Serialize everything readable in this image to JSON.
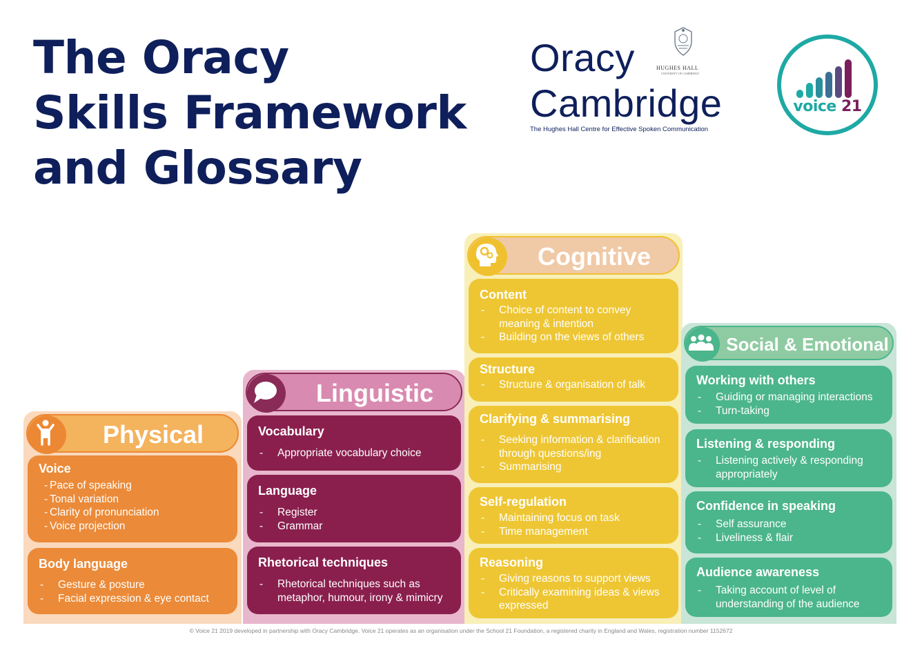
{
  "title": {
    "line1": "The Oracy",
    "line2": "Skills Framework",
    "line3": "and Glossary"
  },
  "logos": {
    "oracy_line1": "Oracy",
    "oracy_line2": "Cambridge",
    "oracy_subtitle": "The Hughes Hall Centre for Effective Spoken Communication",
    "crest_text": "HUGHES HALL",
    "crest_sub": "UNIVERSITY OF CAMBRIDGE",
    "voice21_word": "voice",
    "voice21_num": "21"
  },
  "columns": {
    "physical": {
      "title": "Physical",
      "icon": "person-icon",
      "sections": [
        {
          "title": "Voice",
          "items": [
            "Pace of speaking",
            "Tonal variation",
            "Clarity of pronunciation",
            "Voice projection"
          ]
        },
        {
          "title": "Body language",
          "items": [
            "Gesture & posture",
            "Facial expression & eye contact"
          ]
        }
      ]
    },
    "linguistic": {
      "title": "Linguistic",
      "icon": "speech-bubble-icon",
      "sections": [
        {
          "title": "Vocabulary",
          "items": [
            "Appropriate vocabulary choice"
          ]
        },
        {
          "title": "Language",
          "items": [
            "Register",
            "Grammar"
          ]
        },
        {
          "title": "Rhetorical techniques",
          "items": [
            "Rhetorical techniques such as metaphor, humour, irony & mimicry"
          ]
        }
      ]
    },
    "cognitive": {
      "title": "Cognitive",
      "icon": "head-gears-icon",
      "sections": [
        {
          "title": "Content",
          "items": [
            "Choice of content to convey meaning & intention",
            "Building on the views of others"
          ]
        },
        {
          "title": "Structure",
          "items": [
            "Structure & organisation of talk"
          ]
        },
        {
          "title": "Clarifying & summarising",
          "items": [
            "Seeking information & clarification through questions/ing",
            "Summarising"
          ]
        },
        {
          "title": "Self-regulation",
          "items": [
            "Maintaining focus on task",
            "Time management"
          ]
        },
        {
          "title": "Reasoning",
          "items": [
            "Giving reasons to support views",
            "Critically examining ideas & views expressed"
          ]
        }
      ]
    },
    "social": {
      "title": "Social & Emotional",
      "icon": "group-icon",
      "sections": [
        {
          "title": "Working with others",
          "items": [
            "Guiding or managing interactions",
            "Turn-taking"
          ]
        },
        {
          "title": "Listening & responding",
          "items": [
            "Listening actively & responding appropriately"
          ]
        },
        {
          "title": "Confidence in speaking",
          "items": [
            "Self assurance",
            "Liveliness & flair"
          ]
        },
        {
          "title": "Audience awareness",
          "items": [
            "Taking account of level of understanding of the audience"
          ]
        }
      ]
    }
  },
  "footer": "© Voice 21 2019 developed in partnership with Oracy Cambridge. Voice 21 operates as an organisation under the School 21 Foundation, a registered charity in England and Wales, registration number 1152672",
  "colors": {
    "title": "#0e1f5b",
    "physical": "#eb8a38",
    "linguistic": "#8a1f4e",
    "cognitive": "#eec633",
    "social": "#4bb58c",
    "voice21_teal": "#1ea9a4",
    "voice21_purple": "#7a1f5c"
  }
}
